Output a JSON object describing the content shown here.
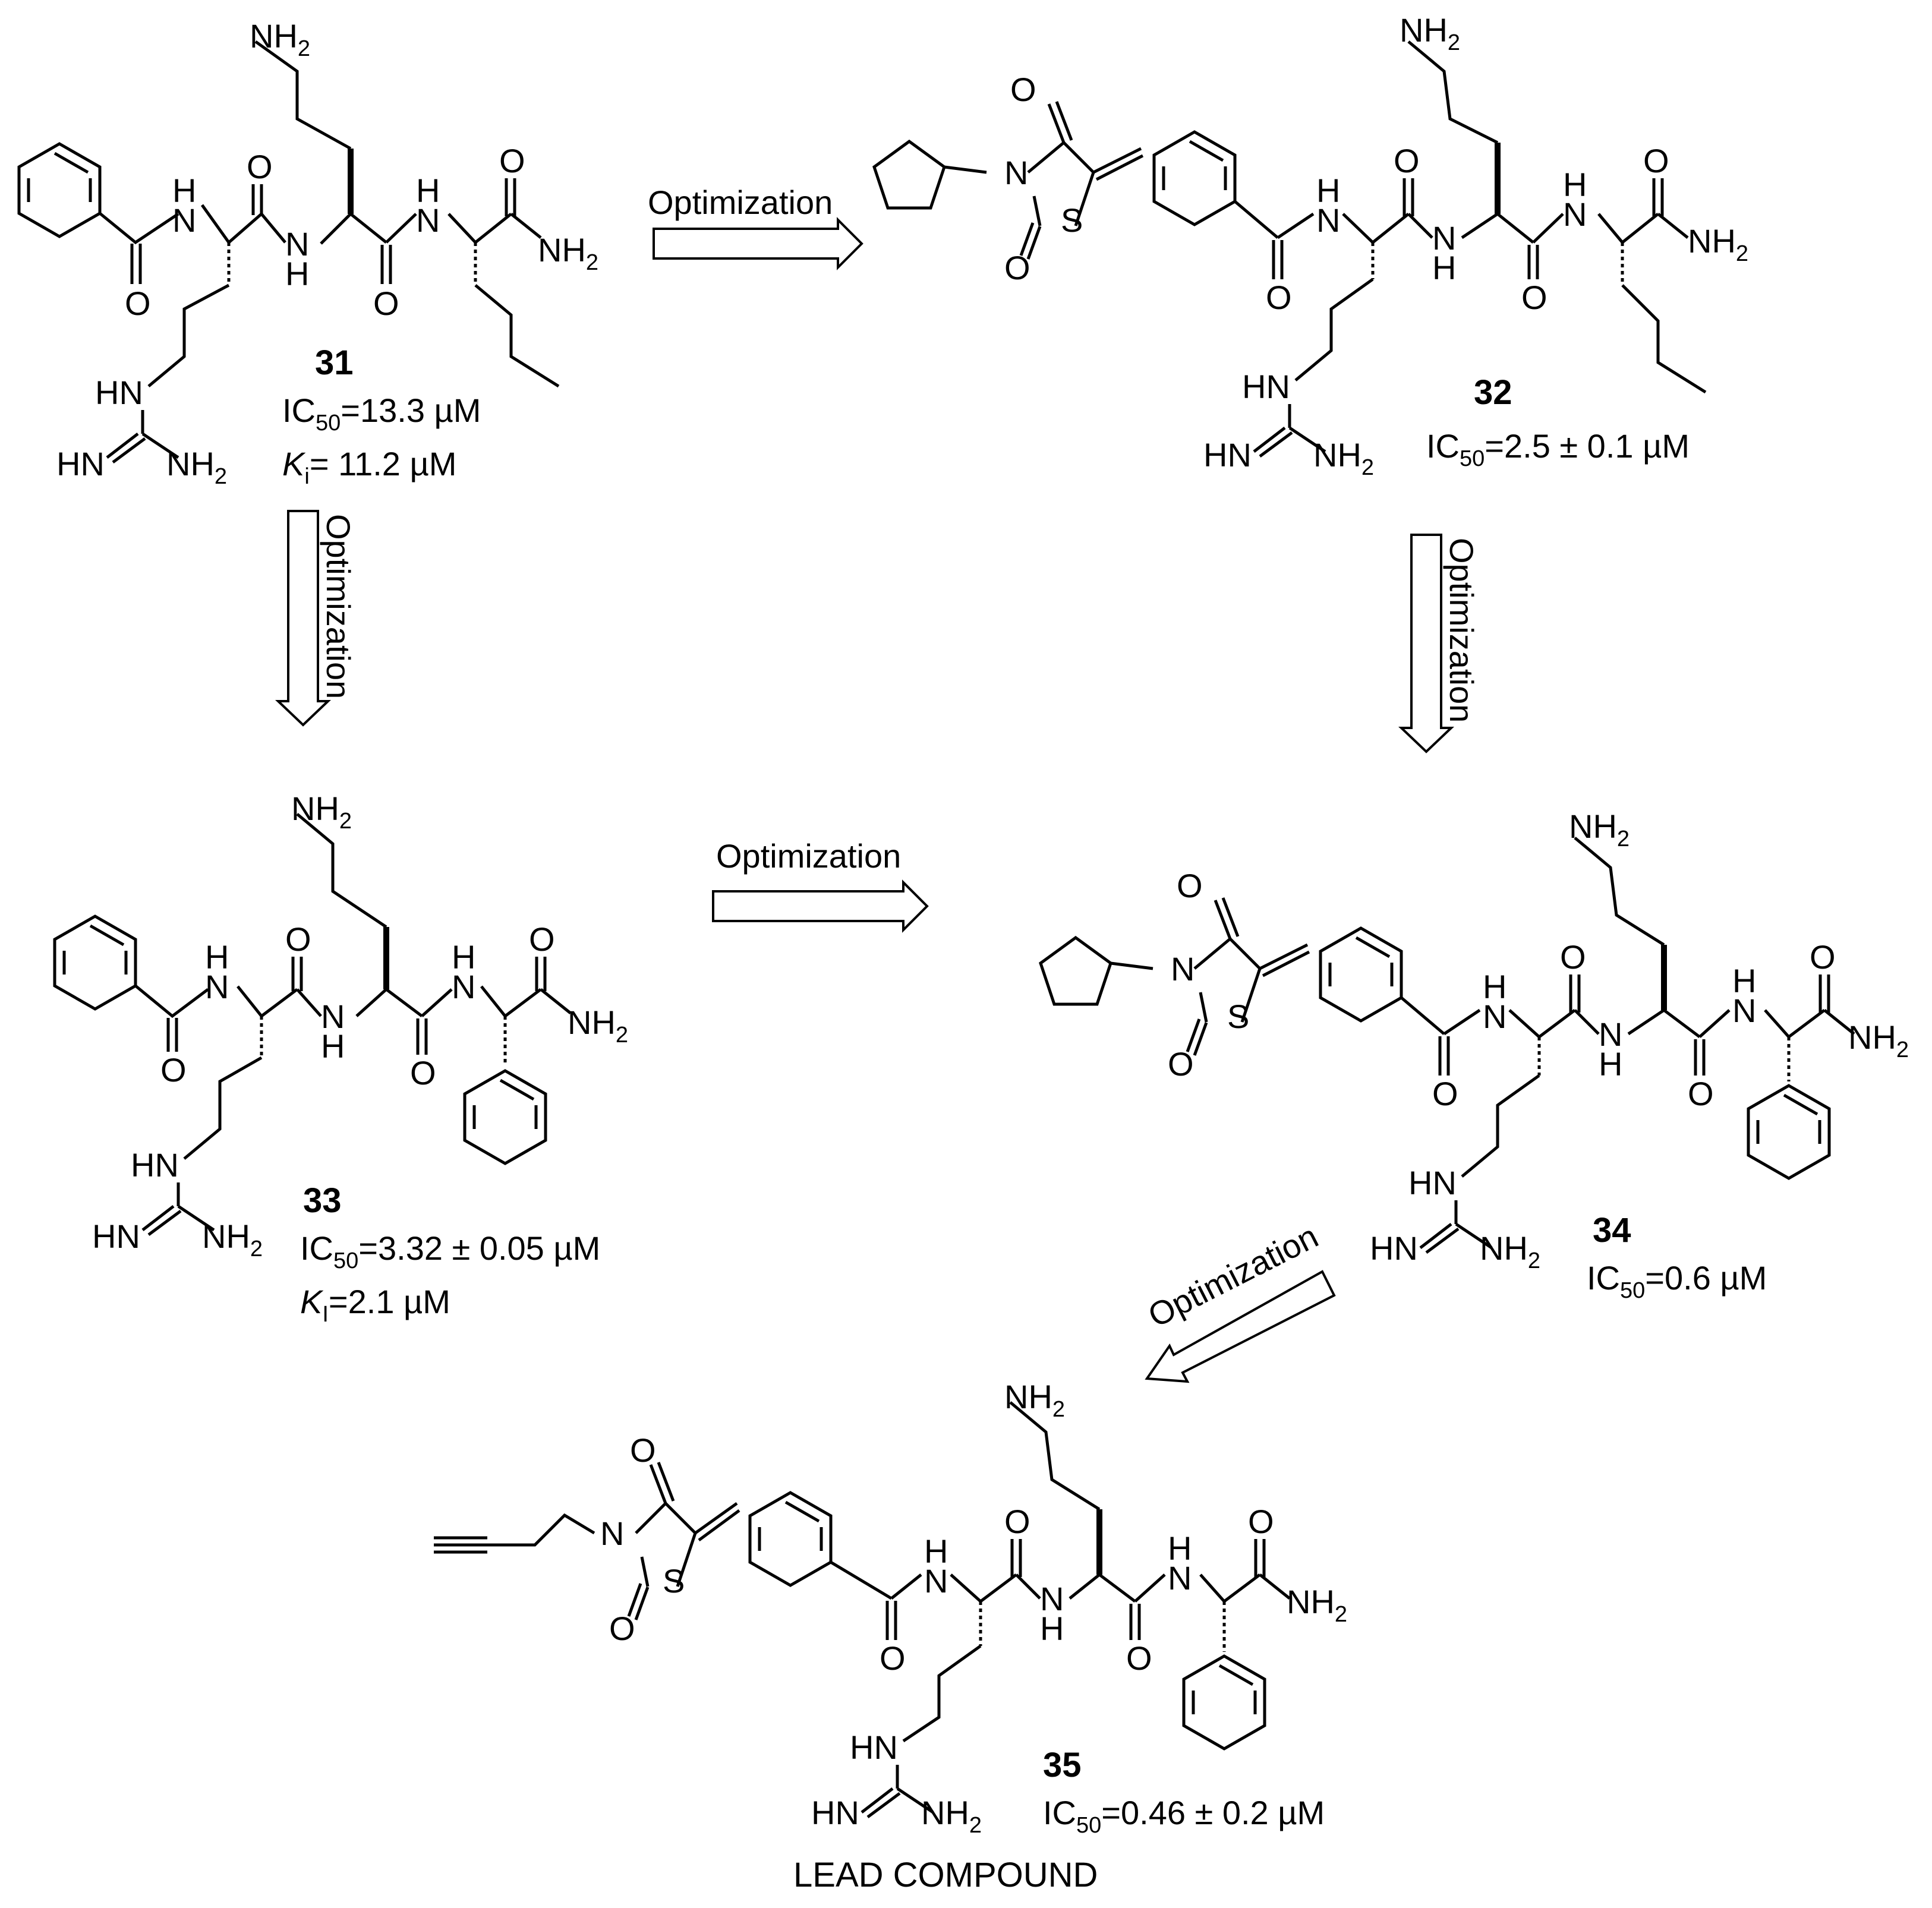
{
  "arrow_label": "Optimization",
  "caption": "LEAD COMPOUND",
  "atoms": {
    "nh2": "NH",
    "two": "2",
    "h": "H",
    "n": "N",
    "o": "O",
    "s": "S",
    "hn": "HN",
    "hn_eq": "HN"
  },
  "compounds": {
    "c31": {
      "number": "31",
      "ic50_prefix": "IC",
      "ic50_sub": "50",
      "ic50_value": "=13.3 µM",
      "ki_prefix": "K",
      "ki_sub": "i",
      "ki_value": "= 11.2 µM"
    },
    "c32": {
      "number": "32",
      "ic50_prefix": "IC",
      "ic50_sub": "50",
      "ic50_value": "=2.5 ± 0.1 µM"
    },
    "c33": {
      "number": "33",
      "ic50_prefix": "IC",
      "ic50_sub": "50",
      "ic50_value": "=3.32 ± 0.05 µM",
      "ki_prefix": "K",
      "ki_sub": "I",
      "ki_value": "=2.1 µM"
    },
    "c34": {
      "number": "34",
      "ic50_prefix": "IC",
      "ic50_sub": "50",
      "ic50_value": "=0.6 µM"
    },
    "c35": {
      "number": "35",
      "ic50_prefix": "IC",
      "ic50_sub": "50",
      "ic50_value": "=0.46 ± 0.2 µM"
    }
  }
}
